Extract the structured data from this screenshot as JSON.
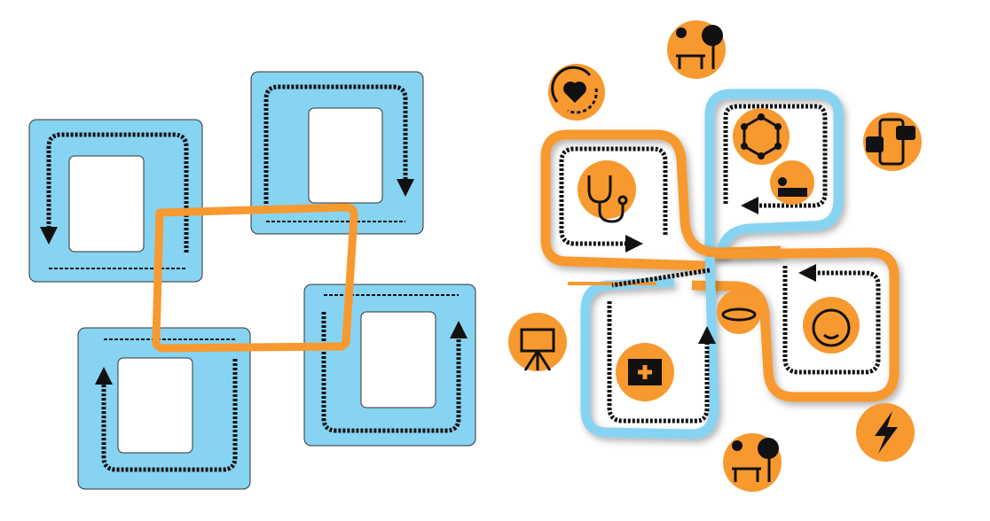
{
  "colors": {
    "blue": "#87d3f2",
    "orange": "#f7992f",
    "ink": "#111111",
    "white": "#ffffff"
  },
  "left_diagram": {
    "boxes": [
      "top-left",
      "top-right",
      "bottom-left",
      "bottom-right"
    ],
    "connector": "orange-loop"
  },
  "right_diagram": {
    "loops": [
      "orange-top-left",
      "blue-top-right",
      "orange-bottom-right",
      "blue-bottom-left"
    ],
    "icons": [
      "heart-cycle-icon",
      "park-icon",
      "phone-health-chat-icon",
      "stethoscope-icon",
      "network-icon",
      "hospital-bed-icon",
      "group-meeting-icon",
      "baby-face-icon",
      "medical-kit-icon",
      "science-presentation-icon",
      "lightning-icon",
      "park-icon"
    ]
  }
}
